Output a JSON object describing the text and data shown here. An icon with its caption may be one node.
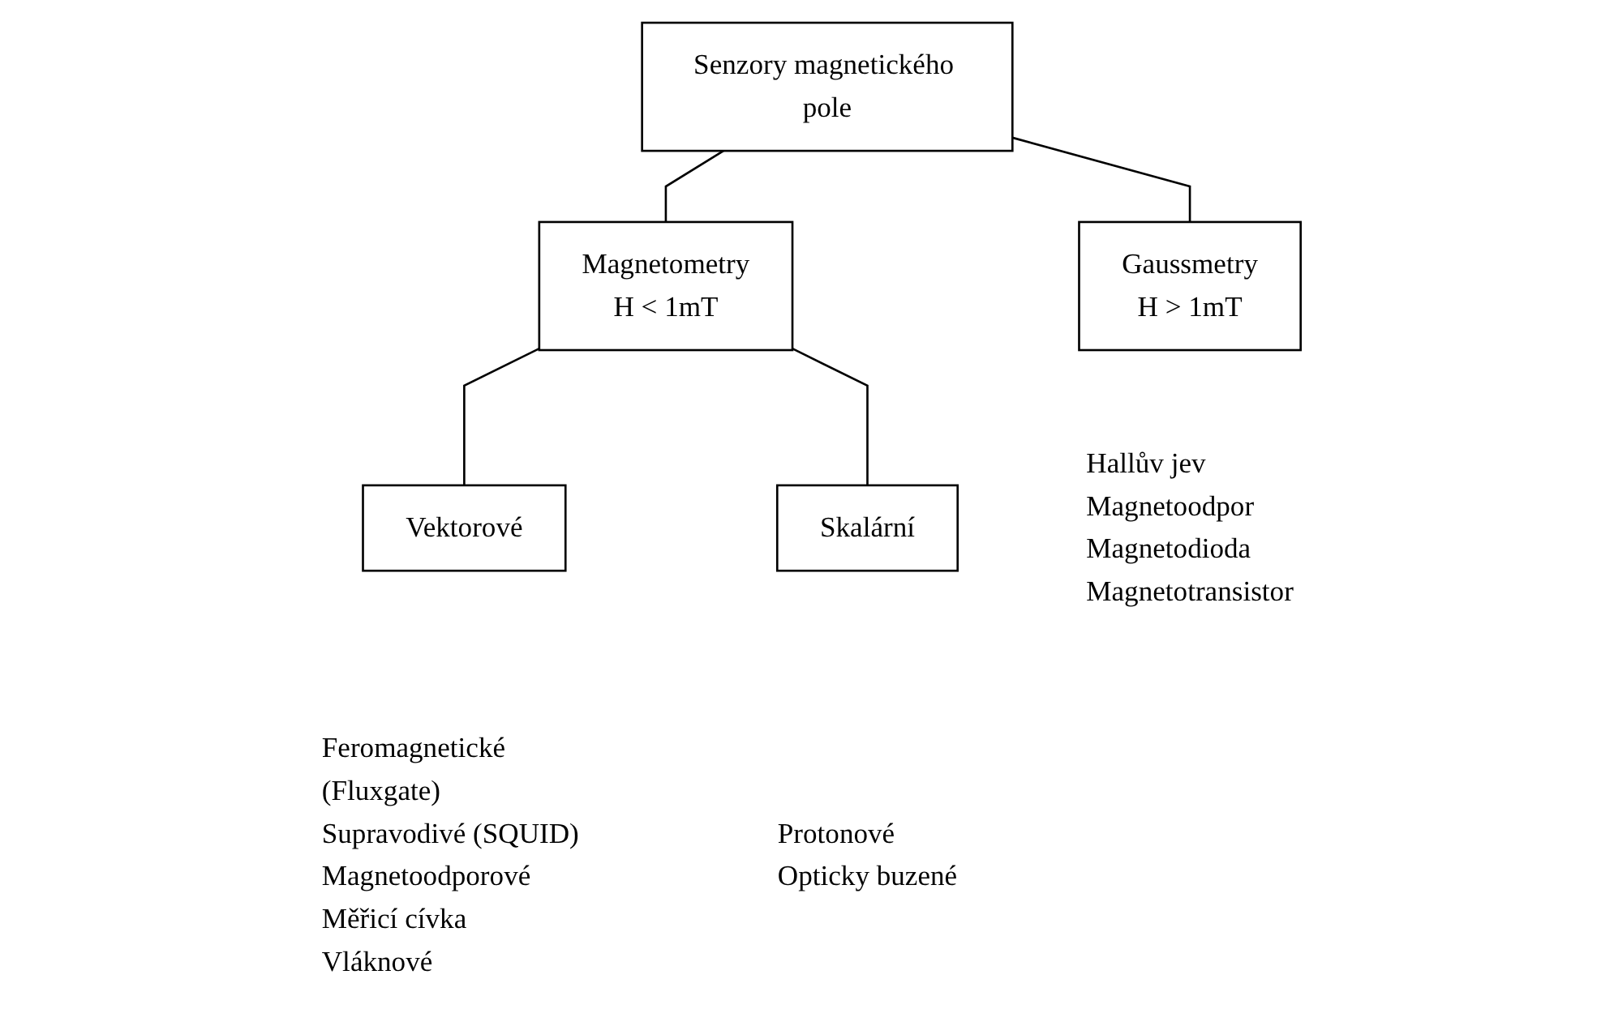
{
  "diagram": {
    "nodes": [
      {
        "text": [
          "Senzory magnetického pole"
        ]
      },
      {
        "text": [
          "Magnetometry",
          "H < 1mT"
        ]
      },
      {
        "text": [
          "Gaussmetry",
          "H > 1mT"
        ],
        "beside": [
          "Hallův jev",
          "Magnetoodpor",
          "Magnetodioda",
          "Magnetotransistor"
        ]
      },
      {
        "text": [
          "Vektorové"
        ],
        "beside": [
          "Feromagnetické (Fluxgate)",
          "Supravodivé (SQUID)",
          "Magnetoodporové",
          "Měřicí cívka",
          "Vláknové"
        ]
      },
      {
        "text": [
          "Skalární"
        ],
        "beside": [
          "Protonové",
          "Opticky buzené"
        ]
      }
    ],
    "edges": [
      {
        "from": 0,
        "to": 1,
        "arrow": "none"
      },
      {
        "from": 0,
        "to": 2,
        "arrow": "none"
      },
      {
        "from": 1,
        "to": 3,
        "arrow": "none"
      },
      {
        "from": 1,
        "to": 4,
        "arrow": "none"
      }
    ]
  }
}
